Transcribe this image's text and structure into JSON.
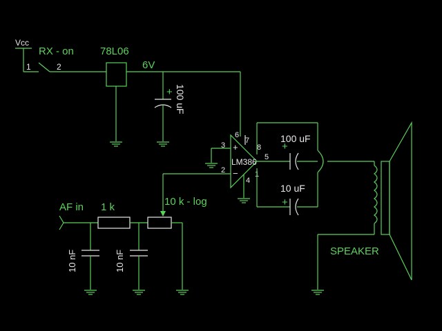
{
  "supply": {
    "vcc_label": "Vcc"
  },
  "switch": {
    "label": "RX - on",
    "pin1": "1",
    "pin2": "2"
  },
  "regulator": {
    "part": "78L06",
    "output_voltage": "6V"
  },
  "capacitors": {
    "c_supply": "100 uF",
    "c_output": "100 uF",
    "c_bypass": "10 uF",
    "c_filter1": "10 nF",
    "c_filter2": "10 nF",
    "polarity_plus": "+"
  },
  "amplifier": {
    "part": "LM386",
    "pin3": "3",
    "pin2": "2",
    "pin6": "6",
    "pin7": "7",
    "pin8": "8",
    "pin5": "5",
    "pin4": "4",
    "pin1": "1",
    "plus_sign": "+",
    "minus_sign": "−"
  },
  "input": {
    "label": "AF in"
  },
  "resistors": {
    "r_series": "1 k",
    "pot": "10 k - log"
  },
  "speaker": {
    "label": "SPEAKER"
  },
  "colors": {
    "wire_green": "#5bd25b",
    "component_white": "#e8e8e8",
    "background": "#000000"
  }
}
